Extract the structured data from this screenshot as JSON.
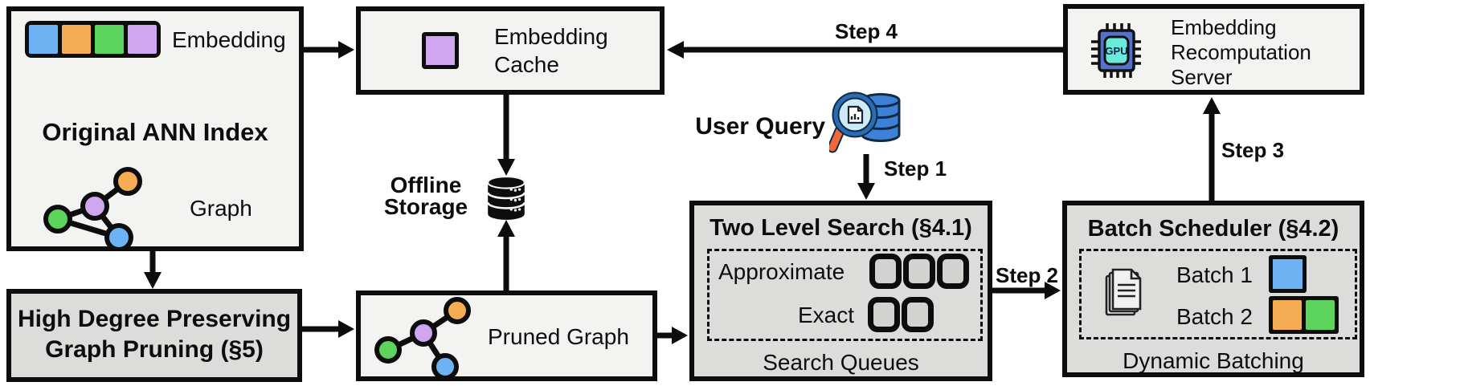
{
  "palette": {
    "ink": "#0d0d0d",
    "blue": "#6db2f2",
    "orange": "#f6ac52",
    "green": "#5dd55d",
    "purple": "#d0a6f0",
    "box_light": "#f3f3f2",
    "box_dark": "#dcdcdb",
    "queue_fill": "#d2d2d1",
    "chip_body": "#5572c6",
    "chip_core": "#6be9da",
    "db_blue": "#3c80d8",
    "db_outline": "#102a44",
    "lens": "#cdeaf8",
    "rim": "#2a6cb2",
    "handle": "#f2683c"
  },
  "nodes": {
    "original_index": {
      "title": "Original ANN Index",
      "embedding_label": "Embedding",
      "graph_label": "Graph",
      "embedding_colors": [
        "blue",
        "orange",
        "green",
        "purple"
      ],
      "graph_node_colors": [
        "orange",
        "purple",
        "green",
        "blue"
      ]
    },
    "embedding_cache": {
      "line1": "Embedding",
      "line2": "Cache"
    },
    "recomputation_server": {
      "line1": "Embedding",
      "line2": "Recomputation",
      "line3": "Server",
      "chip_text": "GPU"
    },
    "offline_storage": {
      "line1": "Offline",
      "line2": "Storage"
    },
    "user_query": {
      "label": "User Query"
    },
    "graph_pruning": {
      "title_line1": "High Degree Preserving",
      "title_line2": "Graph Pruning (§5)"
    },
    "pruned_graph": {
      "label": "Pruned Graph",
      "graph_node_colors": [
        "orange",
        "purple",
        "green",
        "blue"
      ]
    },
    "two_level_search": {
      "title": "Two Level Search (§4.1)",
      "row1_label": "Approximate",
      "row2_label": "Exact",
      "caption": "Search Queues",
      "approximate_slots": 3,
      "exact_slots": 2
    },
    "batch_scheduler": {
      "title": "Batch Scheduler (§4.2)",
      "row1_label": "Batch 1",
      "row2_label": "Batch 2",
      "caption": "Dynamic Batching",
      "batch1_colors": [
        "blue"
      ],
      "batch2_colors": [
        "orange",
        "green"
      ]
    }
  },
  "steps": {
    "step1": "Step 1",
    "step2": "Step 2",
    "step3": "Step 3",
    "step4": "Step 4"
  },
  "icons": {
    "gpu_chip": "GPU processor chip",
    "magnifier_database": "magnifying glass over database (query)",
    "offline_database": "black database cylinder",
    "documents_stack": "stack of documents",
    "graph": "connected colored nodes",
    "embedding_vector": "row of colored squares"
  }
}
